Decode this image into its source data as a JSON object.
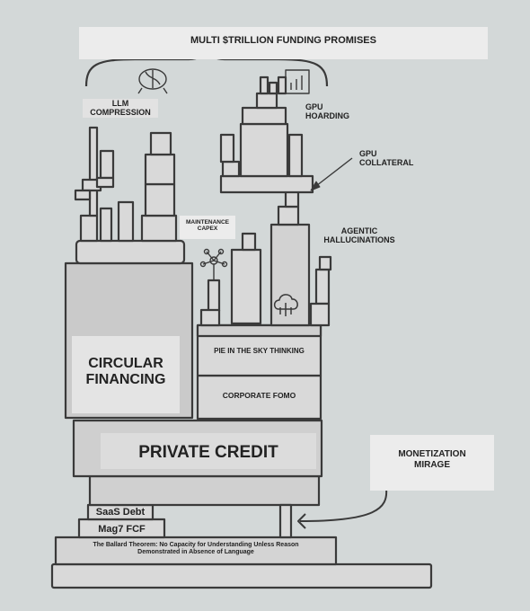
{
  "labels": {
    "funding": "MULTI $TRILLION FUNDING PROMISES",
    "llm_compression": "LLM\nCOMPRESSION",
    "gpu_hoarding": "GPU\nHOARDING",
    "gpu_collateral": "GPU\nCOLLATERAL",
    "maintenance_capex": "MAINTENANCE\nCAPEX",
    "agentic_hallucinations": "AGENTIC\nHALLUCINATIONS",
    "circular_financing": "CIRCULAR\nFINANCING",
    "pie_in_the_sky": "PIE IN THE SKY THINKING",
    "corporate_fomo": "CORPORATE FOMO",
    "private_credit": "PRIVATE CREDIT",
    "monetization_mirage": "MONETIZATION\nMIRAGE",
    "saas_debt": "SaaS Debt",
    "mag7_fcf": "Mag7 FCF",
    "ballard_theorem": "The Ballard Theorem: No Capacity for Understanding Unless Reason\nDemonstrated in Absence of Language"
  },
  "icons": [
    "brain-icon",
    "bar-chart-icon",
    "network-icon",
    "cloud-upload-icon"
  ]
}
